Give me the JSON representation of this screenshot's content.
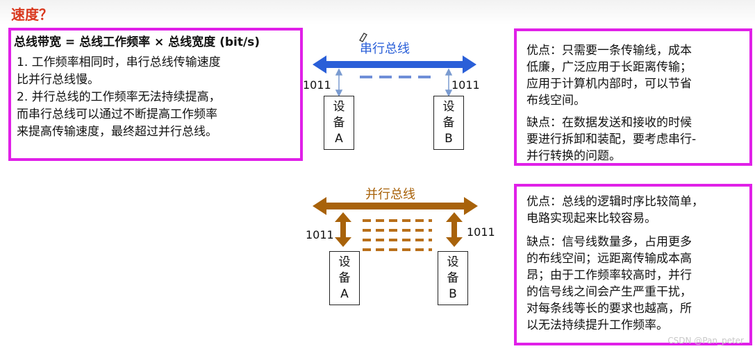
{
  "title": "速度？",
  "left_box": {
    "formula": "总线带宽 = 总线工作频率 × 总线宽度  (bit/s)",
    "point1_line1": "1. 工作频率相同时，串行总线传输速度",
    "point1_line2": "比并行总线慢。",
    "point2_line1": "2. 并行总线的工作频率无法持续提高，",
    "point2_line2": "而串行总线可以通过不断提高工作频率",
    "point2_line3": "来提高传输速度，最终超过并行总线。"
  },
  "serial": {
    "label": "串行总线",
    "bits_left": "1011",
    "bits_right": "1011",
    "device_a": {
      "line1": "设",
      "line2": "备",
      "line3": "A"
    },
    "device_b": {
      "line1": "设",
      "line2": "备",
      "line3": "B"
    },
    "color": "#2a5fd8"
  },
  "parallel": {
    "label": "并行总线",
    "bits_left": "1011",
    "bits_right": "1011",
    "device_a": {
      "line1": "设",
      "line2": "备",
      "line3": "A"
    },
    "device_b": {
      "line1": "设",
      "line2": "备",
      "line3": "B"
    },
    "color": "#a8620a"
  },
  "serial_box": {
    "pros_line1": "优点：只需要一条传输线，成本",
    "pros_line2": "低廉，广泛应用于长距离传输；",
    "pros_line3": "应用于计算机内部时，可以节省",
    "pros_line4": "布线空间。",
    "cons_line1": "缺点：在数据发送和接收的时候",
    "cons_line2": "要进行拆卸和装配，要考虑串行-",
    "cons_line3": "并行转换的问题。"
  },
  "parallel_box": {
    "pros_line1": "优点：总线的逻辑时序比较简单，",
    "pros_line2": "电路实现起来比较容易。",
    "cons_line1": "缺点：信号线数量多，占用更多",
    "cons_line2": "的布线空间；远距离传输成本高",
    "cons_line3": "昂；由于工作频率较高时，并行",
    "cons_line4": "的信号线之间会产生严重干扰，",
    "cons_line5": "对每条线等长的要求也越高，所",
    "cons_line6": "以无法持续提升工作频率。"
  },
  "watermark": "CSDN @Pan_peter",
  "accent_colors": {
    "border": "#e020e8",
    "title": "#d9381e"
  }
}
